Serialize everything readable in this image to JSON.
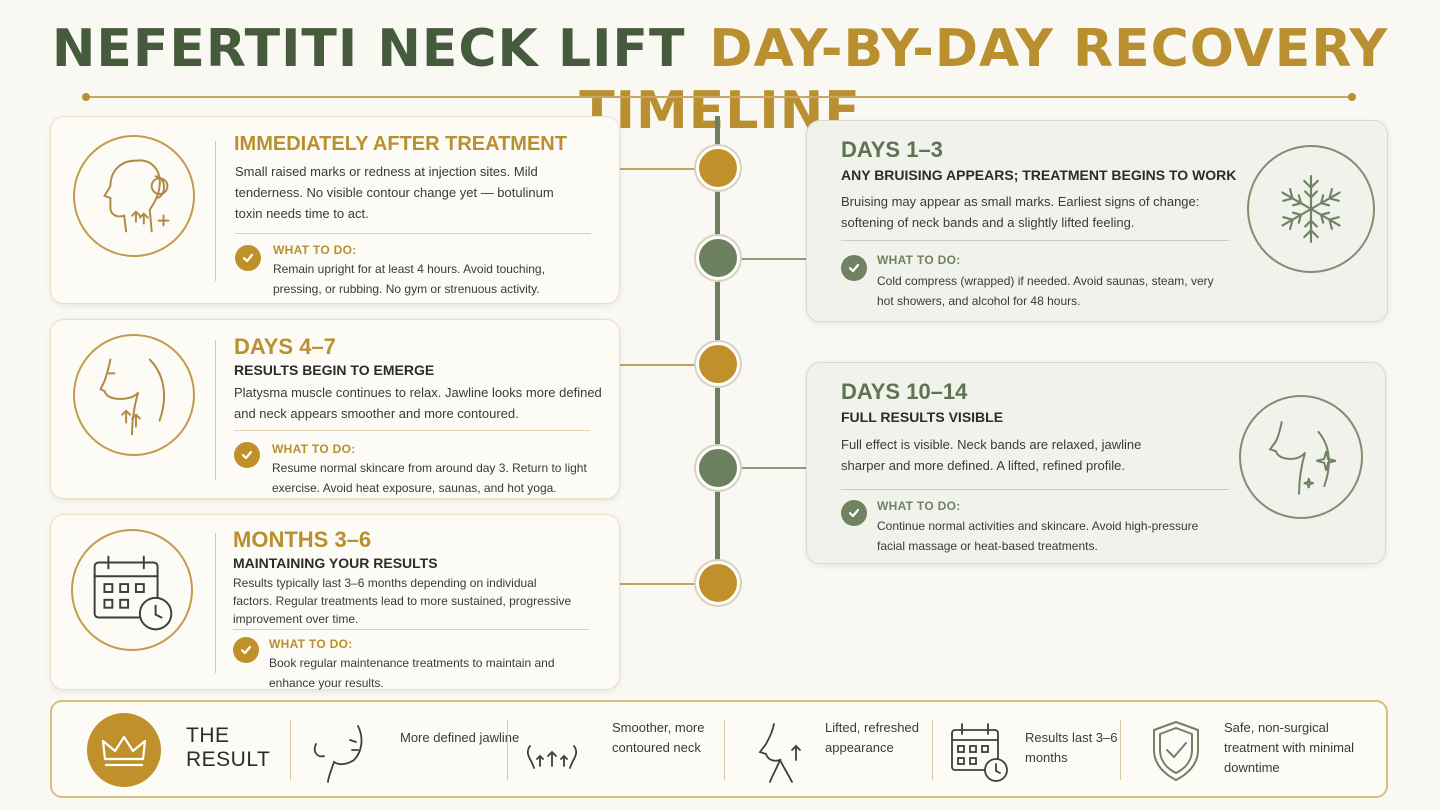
{
  "title": {
    "part1": "NEFERTITI NECK LIFT",
    "part2": "DAY-BY-DAY RECOVERY TIMELINE"
  },
  "colors": {
    "gold": "#b98f2f",
    "green": "#5e7350",
    "background": "#faf8f3"
  },
  "stages": {
    "immediate": {
      "heading": "IMMEDIATELY AFTER TREATMENT",
      "body": "Small raised marks or redness at injection sites. Mild tenderness. No visible contour change yet — botulinum toxin needs time to act.",
      "what_to_do_label": "WHAT TO DO:",
      "what_to_do": "Remain upright for at least 4 hours.  Avoid touching, pressing, or rubbing. No gym or strenuous activity.",
      "icon": "face-profile-icon"
    },
    "days_1_3": {
      "heading": "DAYS 1–3",
      "subheading": "ANY BRUISING APPEARS; TREATMENT BEGINS TO WORK",
      "body": "Bruising may appear as small marks. Earliest signs of change: softening of neck bands and a slightly lifted feeling.",
      "what_to_do_label": "WHAT TO DO:",
      "what_to_do": "Cold compress (wrapped) if needed. Avoid saunas, steam, very hot showers, and alcohol for 48 hours.",
      "icon": "snowflake-icon"
    },
    "days_4_7": {
      "heading": "DAYS 4–7",
      "subheading": "RESULTS BEGIN TO EMERGE",
      "body": "Platysma muscle continues to relax. Jawline looks more defined and neck appears smoother and more contoured.",
      "what_to_do_label": "WHAT TO DO:",
      "what_to_do": "Resume normal skincare from around day 3. Return to light exercise. Avoid heat exposure, saunas, and hot yoga.",
      "icon": "neck-profile-icon"
    },
    "days_10_14": {
      "heading": "DAYS 10–14",
      "subheading": "FULL RESULTS VISIBLE",
      "body": "Full effect is visible. Neck bands are relaxed, jawline sharper and more defined. A lifted, refined profile.",
      "what_to_do_label": "WHAT TO DO:",
      "what_to_do": "Continue normal activities and skincare. Avoid high-pressure facial massage or heat-based treatments.",
      "icon": "sparkle-profile-icon"
    },
    "months_3_6": {
      "heading": "MONTHS 3–6",
      "subheading": "MAINTAINING YOUR RESULTS",
      "body": "Results typically last 3–6 months depending on individual factors. Regular treatments lead to more sustained, progressive improvement over time.",
      "what_to_do_label": "WHAT TO DO:",
      "what_to_do": "Book regular maintenance treatments to maintain and enhance your results.",
      "icon": "calendar-clock-icon"
    }
  },
  "result": {
    "label_line1": "THE",
    "label_line2": "RESULT",
    "items": [
      {
        "text": "More defined jawline",
        "icon": "jawline-icon"
      },
      {
        "text": "Smoother, more contoured neck",
        "icon": "neck-arrows-icon"
      },
      {
        "text": "Lifted, refreshed appearance",
        "icon": "lifted-profile-icon"
      },
      {
        "text": "Results last 3–6 months",
        "icon": "calendar-icon"
      },
      {
        "text": "Safe, non-surgical treatment with minimal downtime",
        "icon": "shield-check-icon"
      }
    ]
  }
}
